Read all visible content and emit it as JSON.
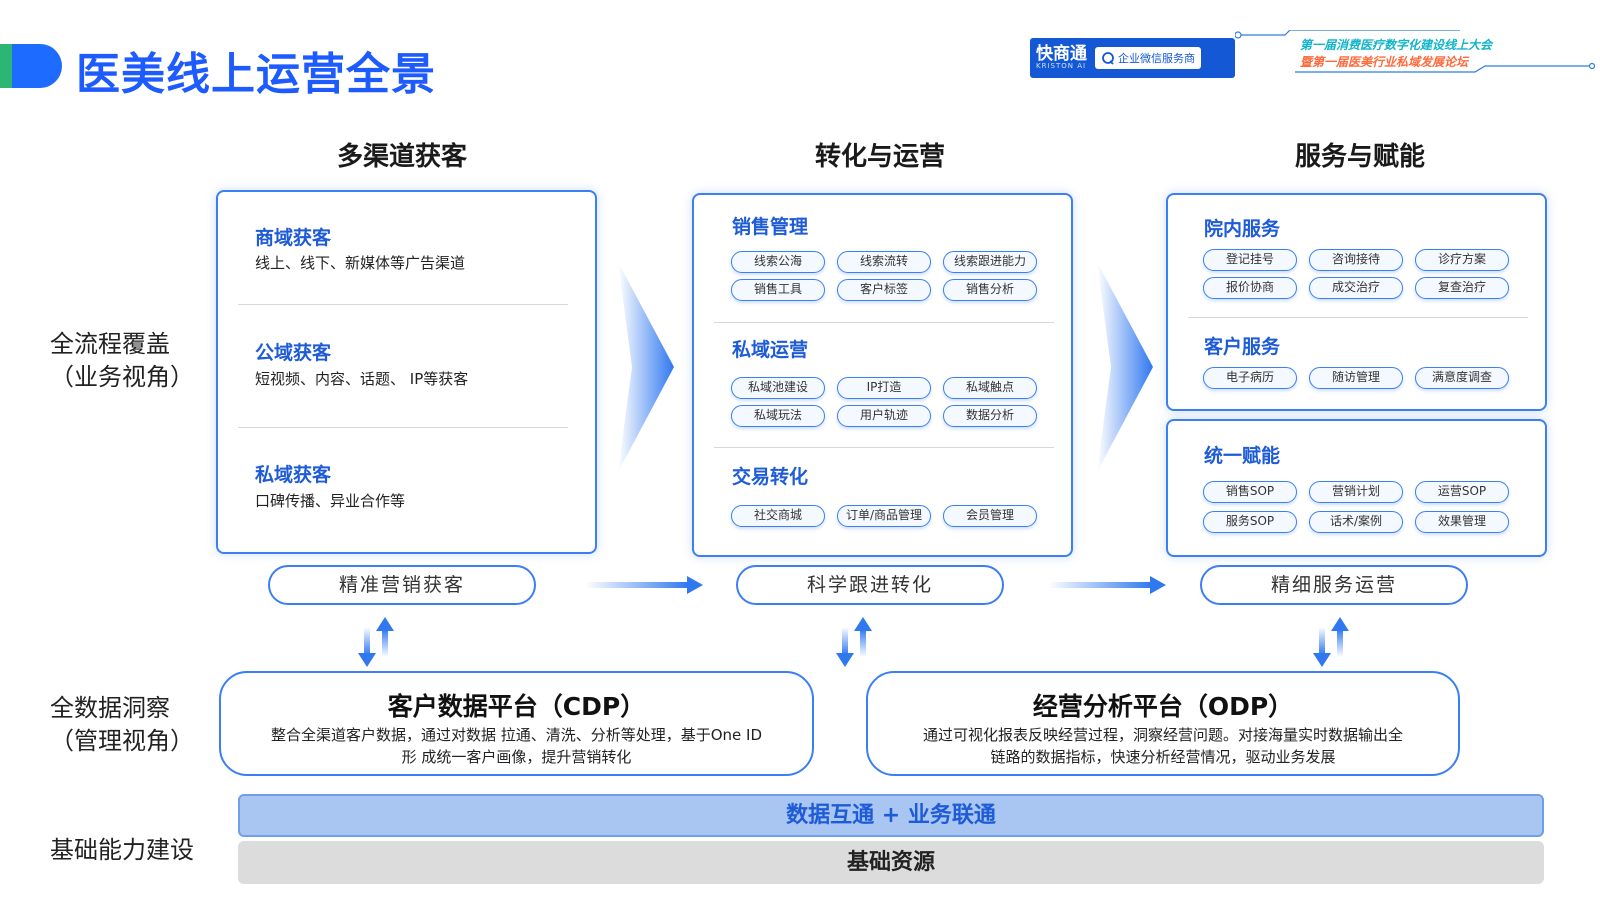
{
  "header": {
    "title": "医美线上运营全景",
    "logo_main": "快商通",
    "logo_sub": "KRISTON AI",
    "logo_pill": "企业微信服务商",
    "conference_line1": "第一届消费医疗数字化建设线上大会",
    "conference_line2": "暨第一届医美行业私域发展论坛"
  },
  "columns": {
    "left": "多渠道获客",
    "middle": "转化与运营",
    "right": "服务与赋能"
  },
  "side_labels": {
    "process_line1": "全流程覆盖",
    "process_line2": "（业务视角）",
    "data_line1": "全数据洞察",
    "data_line2": "（管理视角）",
    "infra": "基础能力建设"
  },
  "acquisition": [
    {
      "title": "商域获客",
      "desc": "线上、线下、新媒体等广告渠道"
    },
    {
      "title": "公域获客",
      "desc": "短视频、内容、话题、  IP等获客"
    },
    {
      "title": "私域获客",
      "desc": "口碑传播、异业合作等"
    }
  ],
  "conversion": [
    {
      "title": "销售管理",
      "chips": [
        "线索公海",
        "线索流转",
        "线索跟进能力",
        "销售工具",
        "客户标签",
        "销售分析"
      ]
    },
    {
      "title": "私域运营",
      "chips": [
        "私域池建设",
        "IP打造",
        "私域触点",
        "私域玩法",
        "用户轨迹",
        "数据分析"
      ]
    },
    {
      "title": "交易转化",
      "chips": [
        "社交商城",
        "订单/商品管理",
        "会员管理"
      ]
    }
  ],
  "service_top": [
    {
      "title": "院内服务",
      "chips": [
        "登记挂号",
        "咨询接待",
        "诊疗方案",
        "报价协商",
        "成交治疗",
        "复查治疗"
      ]
    },
    {
      "title": "客户服务",
      "chips": [
        "电子病历",
        "随访管理",
        "满意度调查"
      ]
    }
  ],
  "service_bottom": {
    "title": "统一赋能",
    "chips": [
      "销售SOP",
      "营销计划",
      "运营SOP",
      "服务SOP",
      "话术/案例",
      "效果管理"
    ]
  },
  "outcomes": [
    "精准营销获客",
    "科学跟进转化",
    "精细服务运营"
  ],
  "platforms": [
    {
      "title": "客户数据平台（CDP）",
      "desc_line1": "整合全渠道客户数据，通过对数据 拉通、清洗、分析等处理，基于One ID",
      "desc_line2": "形 成统一客户画像，提升营销转化"
    },
    {
      "title": "经营分析平台（ODP）",
      "desc_line1": "通过可视化报表反映经营过程，洞察经营问题。对接海量实时数据输出全",
      "desc_line2": "链路的数据指标，快速分析经营情况，驱动业务发展"
    }
  ],
  "foundation": {
    "interop": "数据互通 + 业务联通",
    "base": "基础资源"
  },
  "colors": {
    "accent_blue": "#1e5bff",
    "border_blue": "#3b7ff2",
    "green": "#2bb673"
  }
}
